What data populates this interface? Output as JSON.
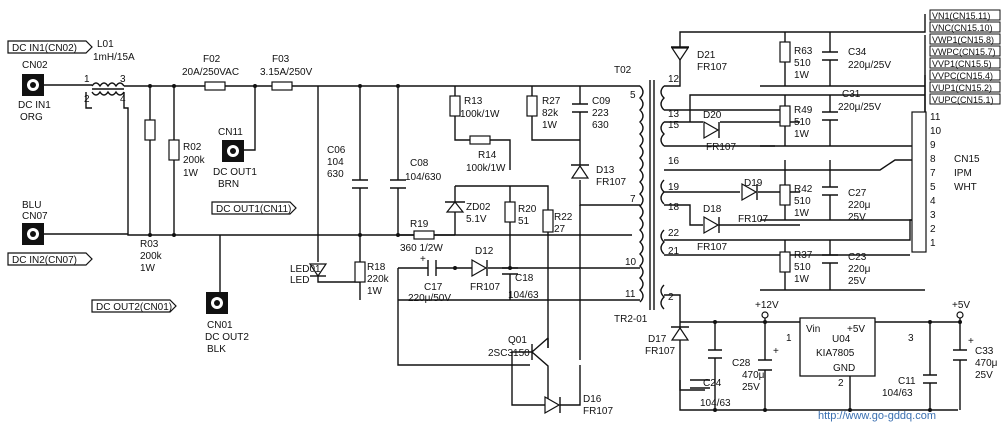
{
  "connectors": {
    "dc_in1_tag": "DC IN1(CN02)",
    "dc_in2_tag": "DC IN2(CN07)",
    "dc_out1_tag": "DC OUT1(CN11)",
    "dc_out2_tag": "DC OUT2(CN01)",
    "cn02": [
      "CN02",
      "DC IN1",
      "ORG"
    ],
    "cn07": [
      "BLU",
      "CN07"
    ],
    "cn11": [
      "CN11",
      "DC OUT1",
      "BRN"
    ],
    "cn01": [
      "CN01",
      "DC OUT2",
      "BLK"
    ]
  },
  "components": {
    "l01": [
      "L01",
      "1mH/15A"
    ],
    "l01_pins": [
      "1",
      "3",
      "2",
      "4"
    ],
    "f02": [
      "F02",
      "20A/250VAC"
    ],
    "f03": [
      "F03",
      "3.15A/250V"
    ],
    "r02": [
      "R02",
      "200k",
      "1W"
    ],
    "r03": [
      "R03",
      "200k",
      "1W"
    ],
    "c06": [
      "C06",
      "104",
      "630"
    ],
    "c08": "C08",
    "c08_val": "104/630",
    "led01": [
      "LED01",
      "LED"
    ],
    "r18": [
      "R18",
      "220k",
      "1W"
    ],
    "r19": [
      "R19",
      "360 1/2W"
    ],
    "r13": [
      "R13",
      "100k/1W"
    ],
    "r14": [
      "R14",
      "100k/1W"
    ],
    "zd02": [
      "ZD02",
      "5.1V"
    ],
    "r20": [
      "R20",
      "51"
    ],
    "r22": [
      "R22",
      "27"
    ],
    "d12": [
      "D12",
      "FR107"
    ],
    "c18": [
      "C18",
      "104/63"
    ],
    "c17": [
      "C17",
      "220μ/50V"
    ],
    "r27": [
      "R27",
      "82k",
      "1W"
    ],
    "c09": [
      "C09",
      "223",
      "630"
    ],
    "d13": [
      "D13",
      "FR107"
    ],
    "q01": [
      "Q01",
      "2SC3150"
    ],
    "d16": [
      "D16",
      "FR107"
    ],
    "t02": "T02",
    "tr2": "TR2-01",
    "t02_pins_left": [
      "5",
      "7",
      "10",
      "11"
    ],
    "t02_pins_right": [
      "12",
      "13",
      "15",
      "16",
      "19",
      "18",
      "22",
      "21",
      "2"
    ],
    "d21": [
      "D21",
      "FR107"
    ],
    "d20": [
      "D20",
      "FR107"
    ],
    "d19": [
      "D19",
      "FR107"
    ],
    "d18": [
      "D18",
      "FR107"
    ],
    "d17": [
      "D17",
      "FR107"
    ],
    "r63": [
      "R63",
      "510",
      "1W"
    ],
    "r49": [
      "R49",
      "510",
      "1W"
    ],
    "r42": [
      "R42",
      "510",
      "1W"
    ],
    "r37": [
      "R37",
      "510",
      "1W"
    ],
    "c34": [
      "C34",
      "220μ/25V"
    ],
    "c31": [
      "C31",
      "220μ/25V"
    ],
    "c27": [
      "C27",
      "220μ",
      "25V"
    ],
    "c23": [
      "C23",
      "220μ",
      "25V"
    ],
    "c24": [
      "C24",
      "104/63"
    ],
    "c28": [
      "C28",
      "470μ",
      "25V"
    ],
    "u04": [
      "Vin",
      "U04",
      "+5V",
      "KIA7805",
      "GND"
    ],
    "u04_pins": [
      "1",
      "3",
      "2"
    ],
    "c11": [
      "C11",
      "104/63"
    ],
    "c33": [
      "C33",
      "470μ",
      "25V"
    ],
    "v12": "+12V",
    "v5": "+5V",
    "plus": "+"
  },
  "cn15": {
    "labels": [
      "VN1(CN15.11)",
      "VNC(CN15.10)",
      "VWP1(CN15.8)",
      "VWPC(CN15.7)",
      "VVP1(CN15.5)",
      "VVPC(CN15.4)",
      "VUP1(CN15.2)",
      "VUPC(CN15.1)"
    ],
    "pins": [
      "11",
      "10",
      "9",
      "8",
      "7",
      "5",
      "4",
      "3",
      "2",
      "1"
    ],
    "name": [
      "CN15",
      "IPM",
      "WHT"
    ]
  },
  "watermark": "http://www.go-gddq.com"
}
